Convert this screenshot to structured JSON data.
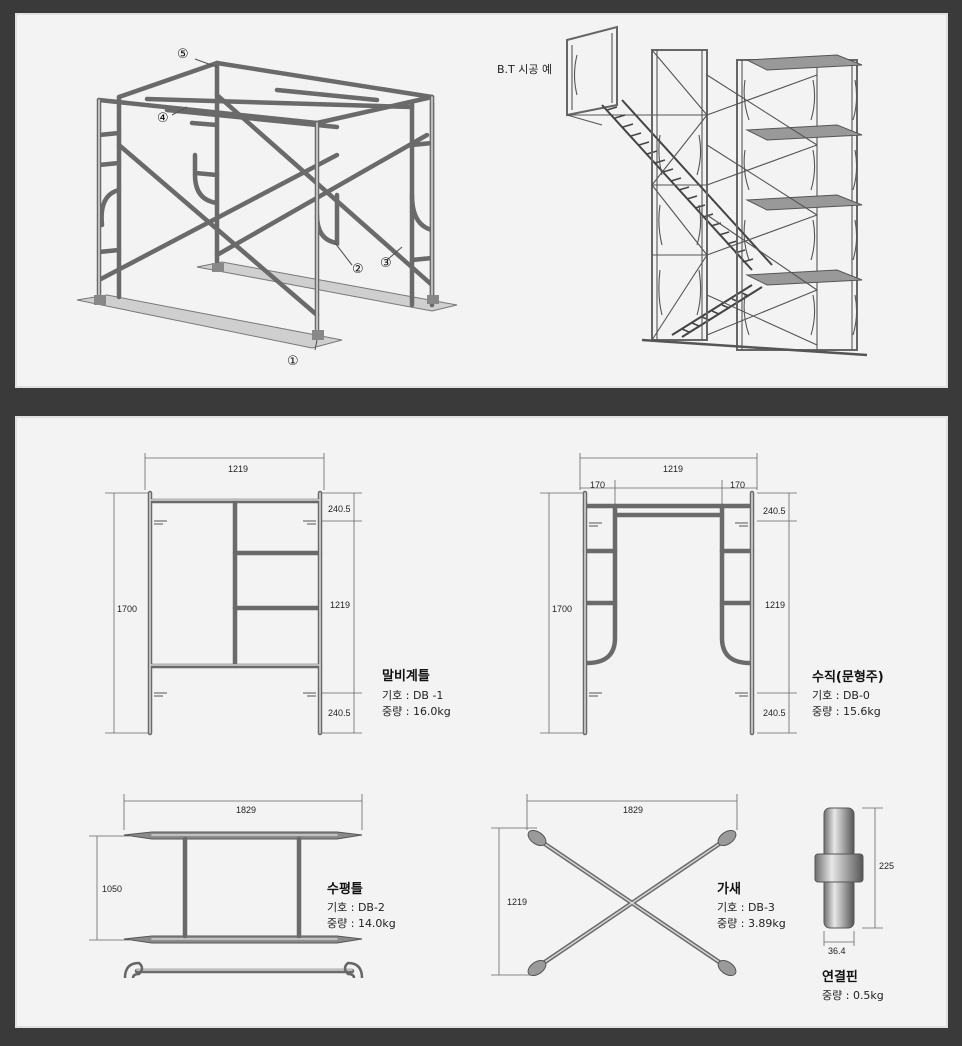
{
  "top": {
    "example_caption": "B.T 시공 예",
    "callouts": [
      "①",
      "②",
      "③",
      "④",
      "⑤"
    ]
  },
  "parts": {
    "ladder_frame": {
      "name": "말비계틀",
      "code": "기호 : DB -1",
      "weight": "중량 : 16.0kg",
      "dims": {
        "width": "1219",
        "height": "1700",
        "top": "240.5",
        "middle": "1219",
        "bottom": "240.5"
      }
    },
    "door_frame": {
      "name": "수직(문형주)",
      "code": "기호 : DB-0",
      "weight": "중량 : 15.6kg",
      "dims": {
        "width": "1219",
        "left": "170",
        "right": "170",
        "height": "1700",
        "top": "240.5",
        "middle": "1219",
        "bottom": "240.5"
      }
    },
    "horizontal_frame": {
      "name": "수평틀",
      "code": "기호 : DB-2",
      "weight": "중량 : 14.0kg",
      "dims": {
        "width": "1829",
        "height": "1050"
      }
    },
    "cross_brace": {
      "name": "가새",
      "code": "기호 : DB-3",
      "weight": "중량 : 3.89kg",
      "dims": {
        "width": "1829",
        "height": "1219"
      }
    },
    "joint_pin": {
      "name": "연결핀",
      "weight": "중량 : 0.5kg",
      "dims": {
        "height": "225",
        "diameter": "36.4"
      }
    }
  },
  "colors": {
    "background": "#3a3a3a",
    "panel": "#f3f3f3",
    "pipe": "#6a6a6a"
  }
}
